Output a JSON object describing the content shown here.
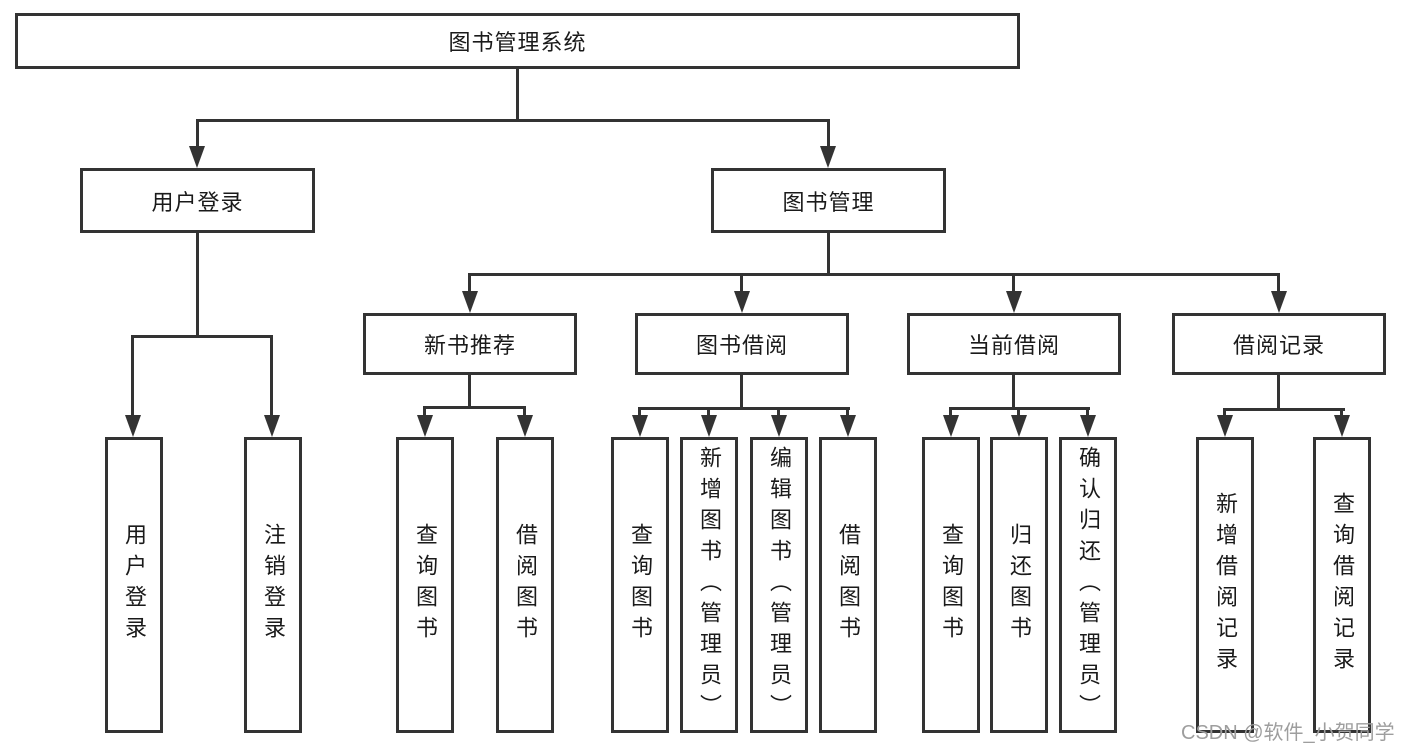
{
  "colors": {
    "line": "#333333",
    "box_border": "#333333",
    "text": "#1a1a1a",
    "watermark": "#9e9e9e",
    "background": "#ffffff"
  },
  "diagram": {
    "root": {
      "label": "图书管理系统"
    },
    "level2": [
      {
        "label": "用户登录"
      },
      {
        "label": "图书管理"
      }
    ],
    "level3": [
      {
        "label": "新书推荐"
      },
      {
        "label": "图书借阅"
      },
      {
        "label": "当前借阅"
      },
      {
        "label": "借阅记录"
      }
    ],
    "leaves": [
      {
        "label": "用户登录"
      },
      {
        "label": "注销登录"
      },
      {
        "label": "查询图书"
      },
      {
        "label": "借阅图书"
      },
      {
        "label": "查询图书"
      },
      {
        "label": "新增图书（管理员）"
      },
      {
        "label": "编辑图书（管理员）"
      },
      {
        "label": "借阅图书"
      },
      {
        "label": "查询图书"
      },
      {
        "label": "归还图书"
      },
      {
        "label": "确认归还（管理员）"
      },
      {
        "label": "新增借阅记录"
      },
      {
        "label": "查询借阅记录"
      }
    ]
  },
  "watermark": {
    "text": "CSDN @软件_小贺同学"
  }
}
